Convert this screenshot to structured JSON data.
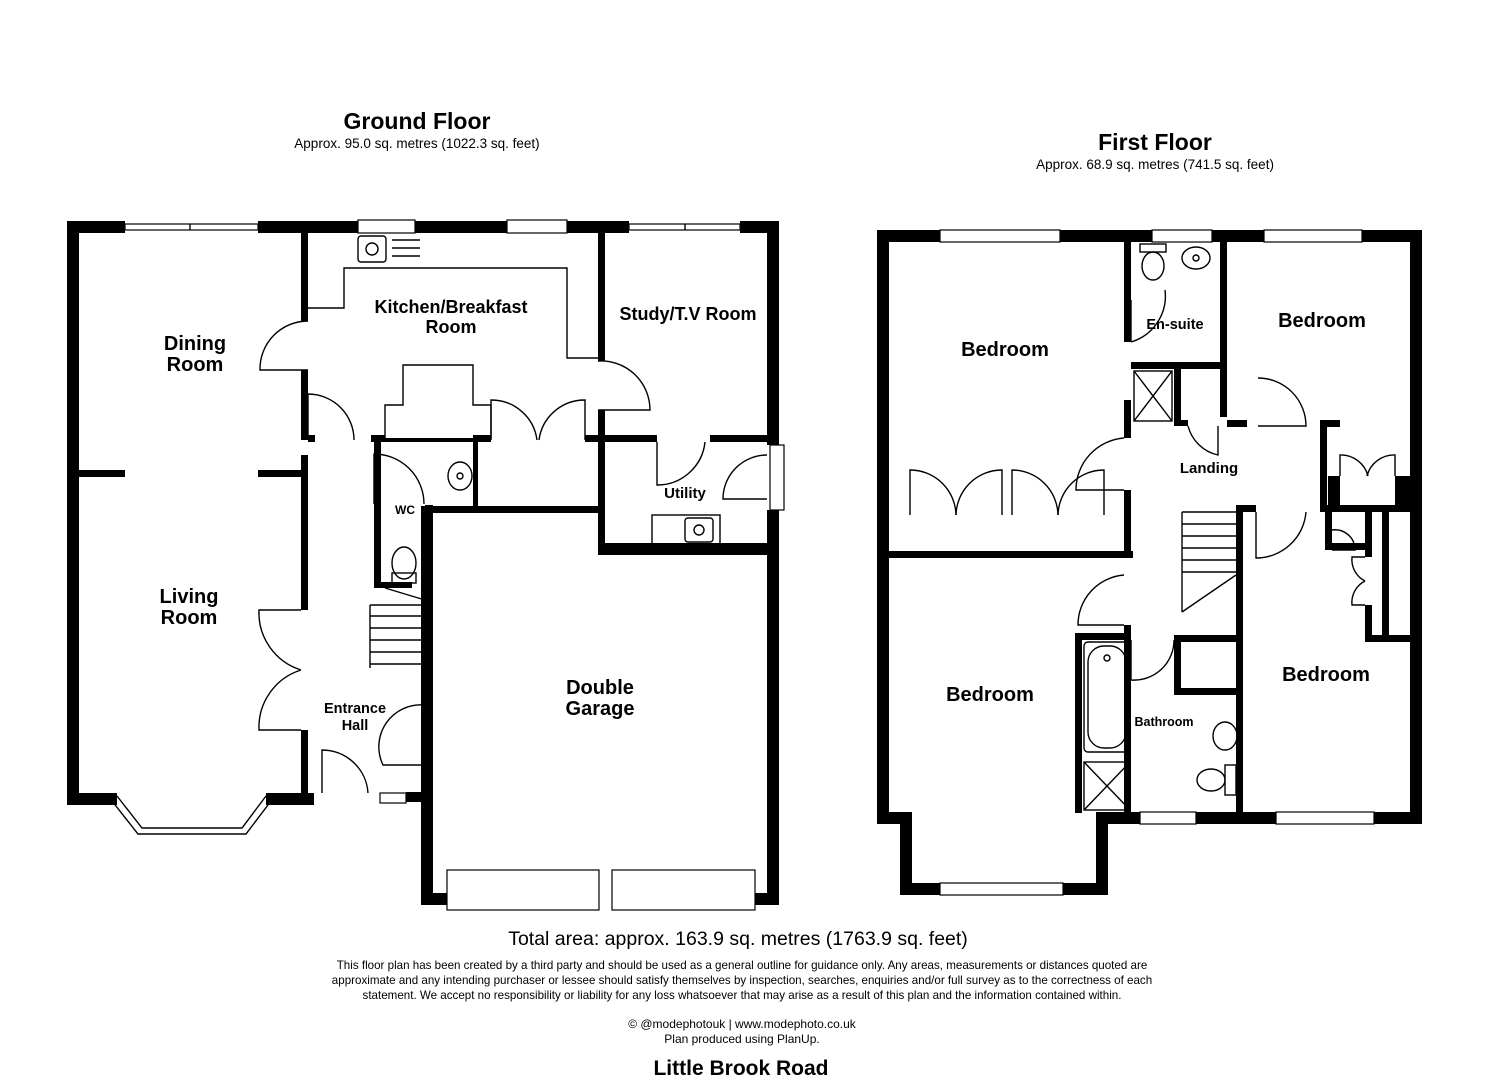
{
  "ground_floor": {
    "title": "Ground Floor",
    "area": "Approx. 95.0 sq. metres (1022.3 sq. feet)",
    "rooms": {
      "dining_1": "Dining",
      "dining_2": "Room",
      "kitchen_1": "Kitchen/Breakfast",
      "kitchen_2": "Room",
      "study": "Study/T.V Room",
      "wc": "WC",
      "utility": "Utility",
      "living_1": "Living",
      "living_2": "Room",
      "hall_1": "Entrance",
      "hall_2": "Hall",
      "garage_1": "Double",
      "garage_2": "Garage"
    }
  },
  "first_floor": {
    "title": "First Floor",
    "area": "Approx. 68.9 sq. metres (741.5 sq. feet)",
    "rooms": {
      "bedroom_1": "Bedroom",
      "ensuite": "En-suite",
      "bedroom_2": "Bedroom",
      "landing": "Landing",
      "bedroom_3": "Bedroom",
      "bathroom": "Bathroom",
      "bedroom_4": "Bedroom"
    }
  },
  "footer": {
    "total": "Total area: approx. 163.9 sq. metres (1763.9 sq. feet)",
    "disclaimer_1": "This floor plan has been created by a third party and should be used as a general outline for guidance only. Any areas, measurements or distances quoted are",
    "disclaimer_2": "approximate and any intending purchaser or lessee should satisfy themselves by inspection, searches, enquiries and/or full survey as to the correctness of each",
    "disclaimer_3": "statement. We accept no responsibility or liability for any loss whatsoever that may arise as a result of this plan and the information contained within.",
    "credit": "© @modephotouk | www.modephoto.co.uk",
    "produced": "Plan produced using PlanUp.",
    "street": "Little Brook Road"
  }
}
